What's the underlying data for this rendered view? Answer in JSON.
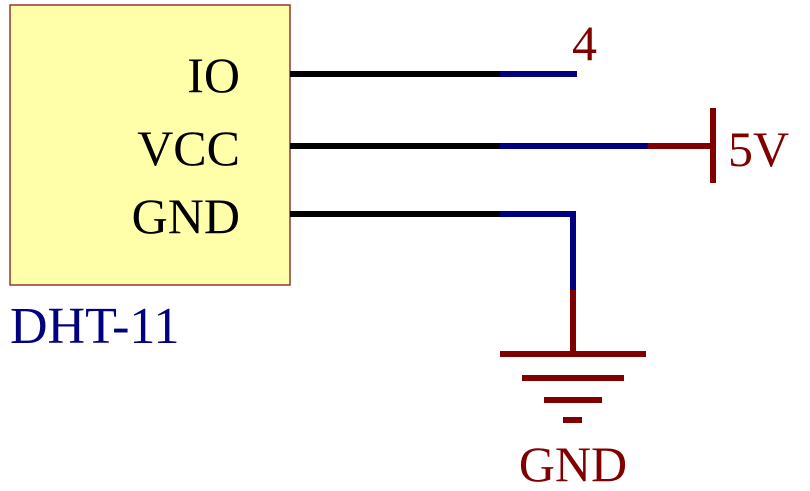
{
  "component": {
    "name": "DHT-11",
    "pins": [
      "IO",
      "VCC",
      "GND"
    ]
  },
  "nets": {
    "io_label": "4",
    "power_label": "5V",
    "ground_label": "GND"
  },
  "colors": {
    "body_fill": "#ffffaa",
    "body_border": "#993333",
    "pin_wire": "#000000",
    "net_wire": "#000080",
    "power_symbol": "#800000",
    "part_name": "#000080"
  }
}
